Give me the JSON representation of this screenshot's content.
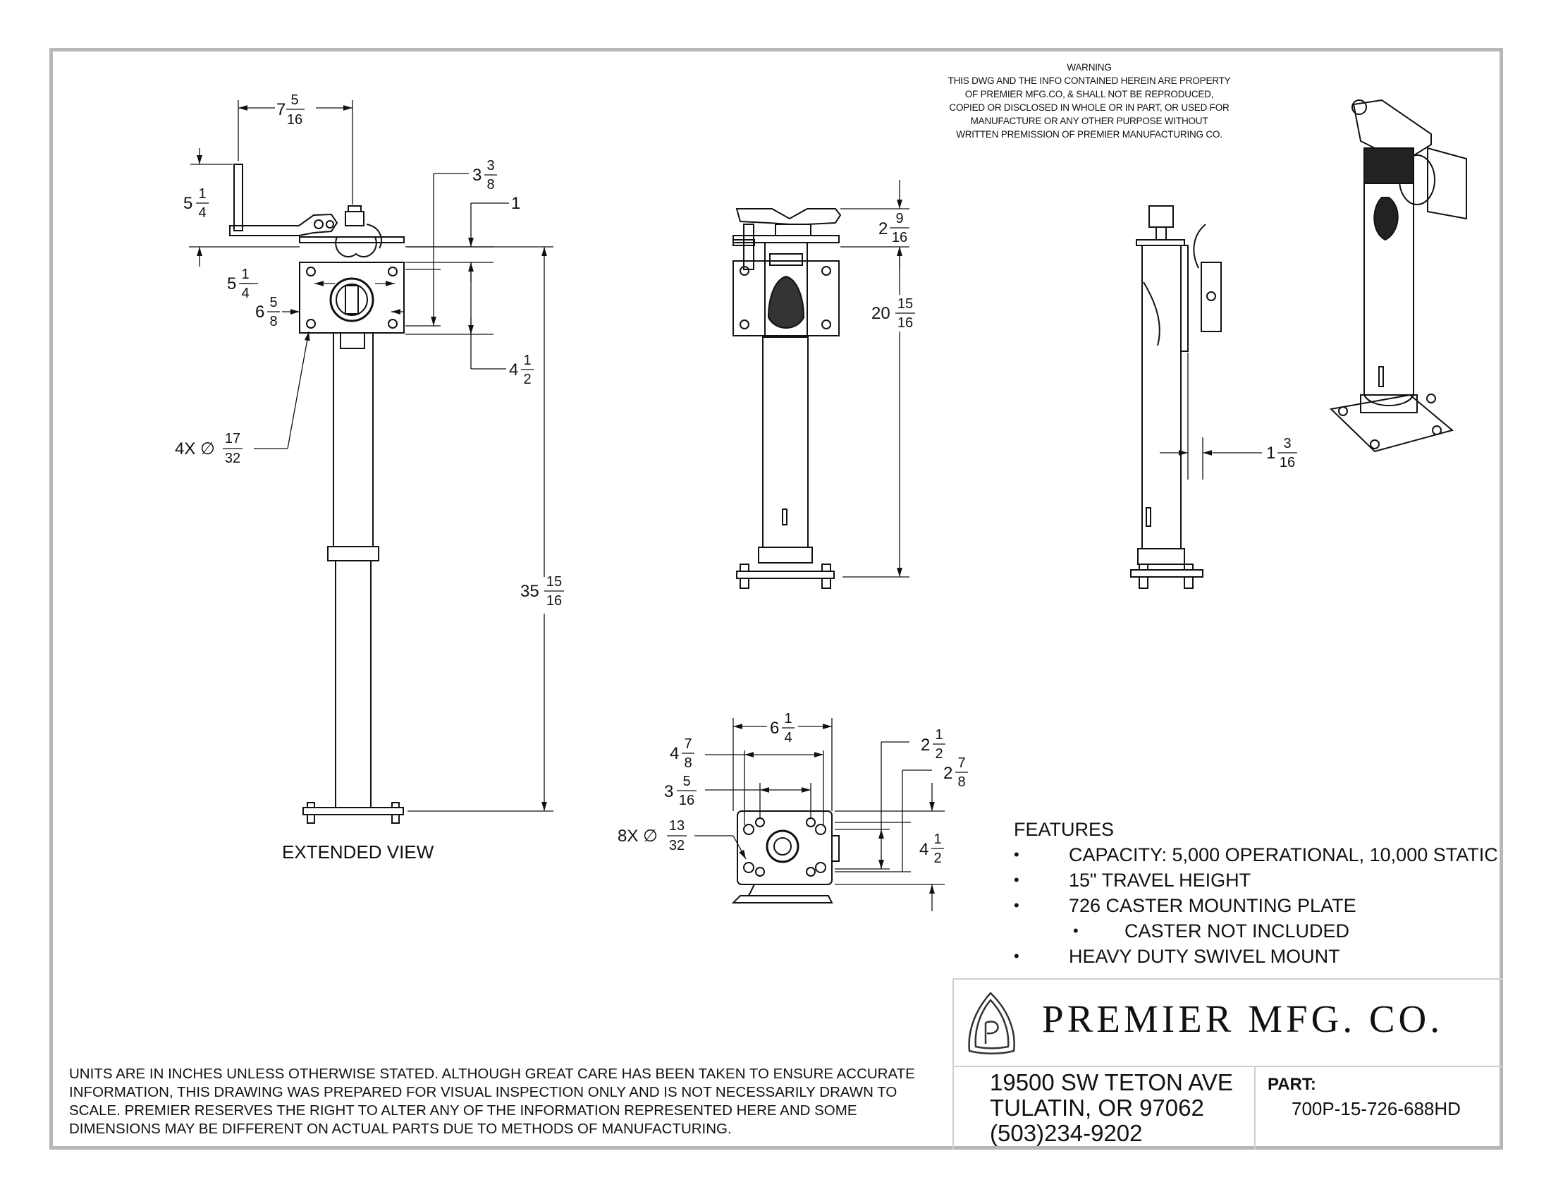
{
  "warning": {
    "title": "WARNING",
    "lines": [
      "THIS DWG AND THE INFO CONTAINED HEREIN ARE PROPERTY",
      "OF PREMIER MFG.CO, & SHALL NOT BE REPRODUCED,",
      "COPIED OR DISCLOSED IN WHOLE OR IN PART, OR USED FOR",
      "MANUFACTURE OR ANY OTHER PURPOSE WITHOUT",
      "WRITTEN PREMISSION OF PREMIER MANUFACTURING CO."
    ]
  },
  "views": {
    "extended_label": "EXTENDED VIEW"
  },
  "dimensions": {
    "d1": {
      "whole": "7",
      "num": "5",
      "den": "16"
    },
    "d2": {
      "whole": "5",
      "num": "1",
      "den": "4"
    },
    "d3": {
      "whole": "3",
      "num": "3",
      "den": "8"
    },
    "d4": {
      "whole": "1",
      "num": "",
      "den": ""
    },
    "d5": {
      "whole": "5",
      "num": "1",
      "den": "4"
    },
    "d6": {
      "whole": "6",
      "num": "5",
      "den": "8"
    },
    "d7": {
      "whole": "4",
      "num": "1",
      "den": "2"
    },
    "d8": {
      "prefix": "4X ∅",
      "num": "17",
      "den": "32"
    },
    "d9": {
      "whole": "35",
      "num": "15",
      "den": "16"
    },
    "d10": {
      "whole": "2",
      "num": "9",
      "den": "16"
    },
    "d11": {
      "whole": "20",
      "num": "15",
      "den": "16"
    },
    "d12": {
      "whole": "1",
      "num": "3",
      "den": "16"
    },
    "d13": {
      "whole": "6",
      "num": "1",
      "den": "4"
    },
    "d14": {
      "whole": "4",
      "num": "7",
      "den": "8"
    },
    "d15": {
      "whole": "3",
      "num": "5",
      "den": "16"
    },
    "d16": {
      "prefix": "8X ∅",
      "num": "13",
      "den": "32"
    },
    "d17": {
      "whole": "2",
      "num": "1",
      "den": "2"
    },
    "d18": {
      "whole": "2",
      "num": "7",
      "den": "8"
    },
    "d19": {
      "whole": "4",
      "num": "1",
      "den": "2"
    }
  },
  "features": {
    "heading": "FEATURES",
    "items": [
      "CAPACITY: 5,000 OPERATIONAL, 10,000 STATIC",
      "15\" TRAVEL HEIGHT",
      "726 CASTER MOUNTING PLATE",
      "CASTER NOT INCLUDED",
      "HEAVY DUTY SWIVEL MOUNT"
    ]
  },
  "disclaimer": "UNITS ARE IN INCHES UNLESS OTHERWISE STATED.  ALTHOUGH GREAT CARE HAS BEEN TAKEN TO ENSURE ACCURATE INFORMATION, THIS DRAWING WAS PREPARED FOR VISUAL INSPECTION ONLY AND IS NOT NECESSARILY DRAWN TO SCALE.  PREMIER RESERVES THE RIGHT TO ALTER ANY OF THE INFORMATION REPRESENTED HERE AND SOME DIMENSIONS MAY BE DIFFERENT ON ACTUAL PARTS DUE TO METHODS OF MANUFACTURING.",
  "title_block": {
    "company": "PREMIER  MFG.  CO.",
    "address": [
      "19500 SW TETON AVE",
      "TULATIN, OR 97062",
      "(503)234-9202"
    ],
    "part_label": "PART:",
    "part_number": "700P-15-726-688HD"
  }
}
